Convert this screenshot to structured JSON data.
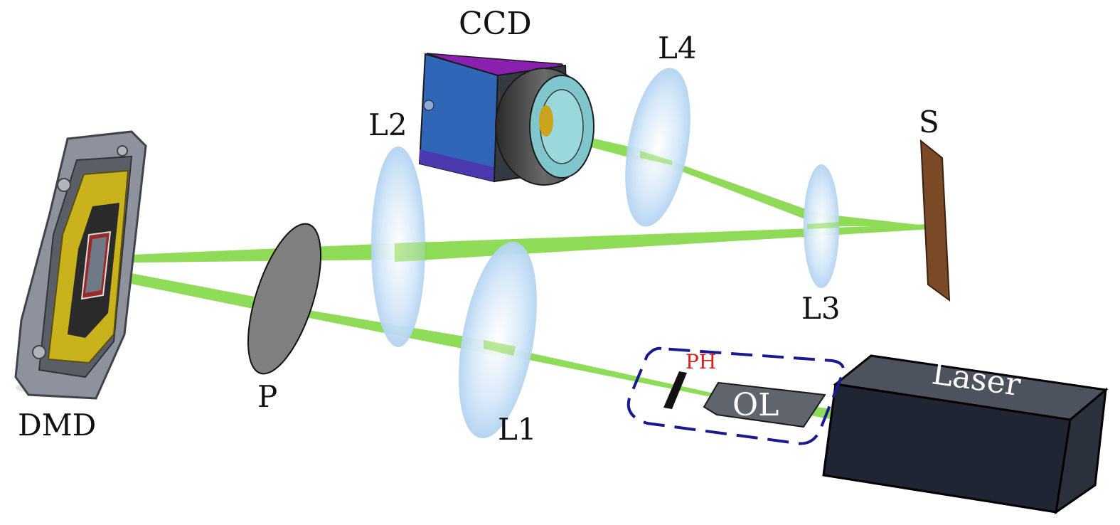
{
  "labels": {
    "ccd": "CCD",
    "l4": "L4",
    "l2": "L2",
    "s": "S",
    "l3": "L3",
    "dmd": "DMD",
    "p": "P",
    "l1": "L1",
    "ph": "PH",
    "ol": "OL",
    "laser": "Laser"
  },
  "colors": {
    "beam": "#86d94a",
    "lens": "#bcdaf3",
    "laser_body": "#1f2532",
    "ph_text": "#e01b1b",
    "dashed_box": "#1a1a8f",
    "polarizer": "#808080",
    "sample": "#7a4a26",
    "ccd_body": "#2f66b8",
    "ccd_top": "#8a1fb0",
    "dmd_chip": "#c9b21c"
  }
}
